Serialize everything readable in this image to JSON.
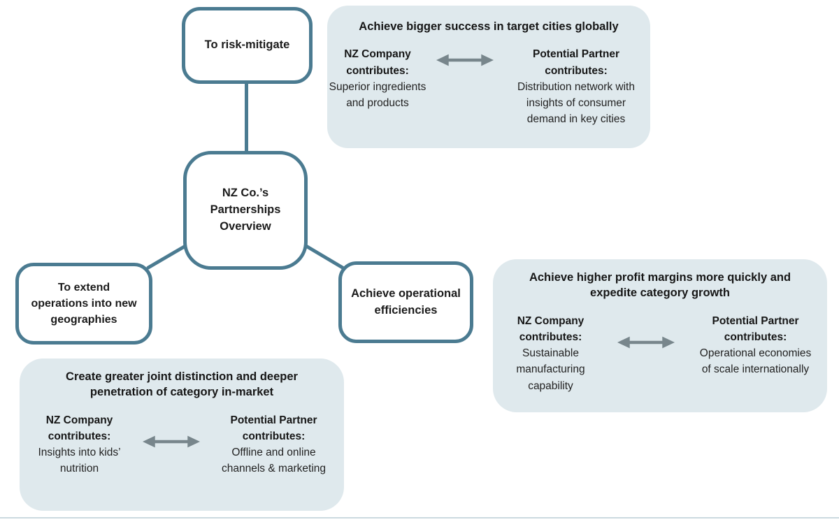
{
  "nodes": {
    "risk": {
      "label": "To risk-mitigate"
    },
    "center": {
      "label": "NZ Co.’s\nPartnerships\nOverview"
    },
    "extend": {
      "label": "To extend\noperations into new\ngeographies"
    },
    "operational": {
      "label": "Achieve operational\nefficiencies"
    }
  },
  "panels": {
    "global_success": {
      "title": "Achieve bigger success in target cities globally",
      "nz_header": "NZ Company\ncontributes:",
      "nz_body": "Superior ingredients\nand products",
      "partner_header": "Potential Partner\ncontributes:",
      "partner_body": "Distribution network with\ninsights of consumer\ndemand in key cities"
    },
    "profit_margins": {
      "title": "Achieve higher profit margins more quickly and\nexpedite category growth",
      "nz_header": "NZ Company\ncontributes:",
      "nz_body": "Sustainable\nmanufacturing\ncapability",
      "partner_header": "Potential Partner\ncontributes:",
      "partner_body": "Operational economies\nof scale internationally"
    },
    "joint_distinction": {
      "title": "Create greater joint distinction and deeper\npenetration of category in-market",
      "nz_header": "NZ Company\ncontributes:",
      "nz_body": "Insights into kids’\nnutrition",
      "partner_header": "Potential Partner\ncontributes:",
      "partner_body": "Offline and online\nchannels & marketing"
    }
  },
  "icons": {
    "double_arrow": "double-arrow-icon"
  },
  "colors": {
    "node_border": "#4b7b91",
    "connector_line": "#4b7b91",
    "panel_background": "#dfe9ed",
    "arrow_gray": "#78868c",
    "divider": "#ccdae0",
    "text": "#1a1a1a"
  }
}
